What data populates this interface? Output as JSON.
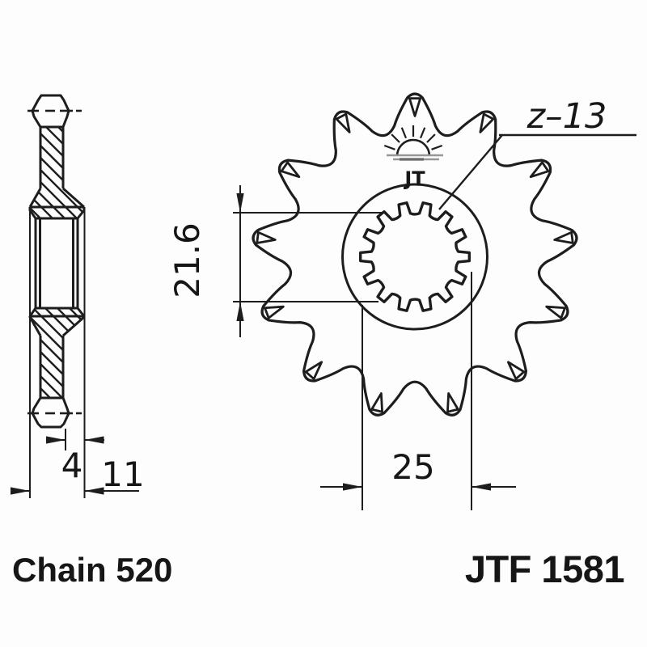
{
  "drawing": {
    "part_number": "JTF 1581",
    "chain_label": "Chain 520",
    "teeth_callout": "z–13",
    "teeth_count": 13,
    "logo_text": "JT",
    "dimensions": {
      "hub_offset": "4",
      "overall_width": "11",
      "bore_minor_diameter": "21.6",
      "bore_major_diameter": "25"
    },
    "colors": {
      "line": "#1d1d1d",
      "horizon_gray": "#979797",
      "background": "#fdfdfd"
    }
  }
}
